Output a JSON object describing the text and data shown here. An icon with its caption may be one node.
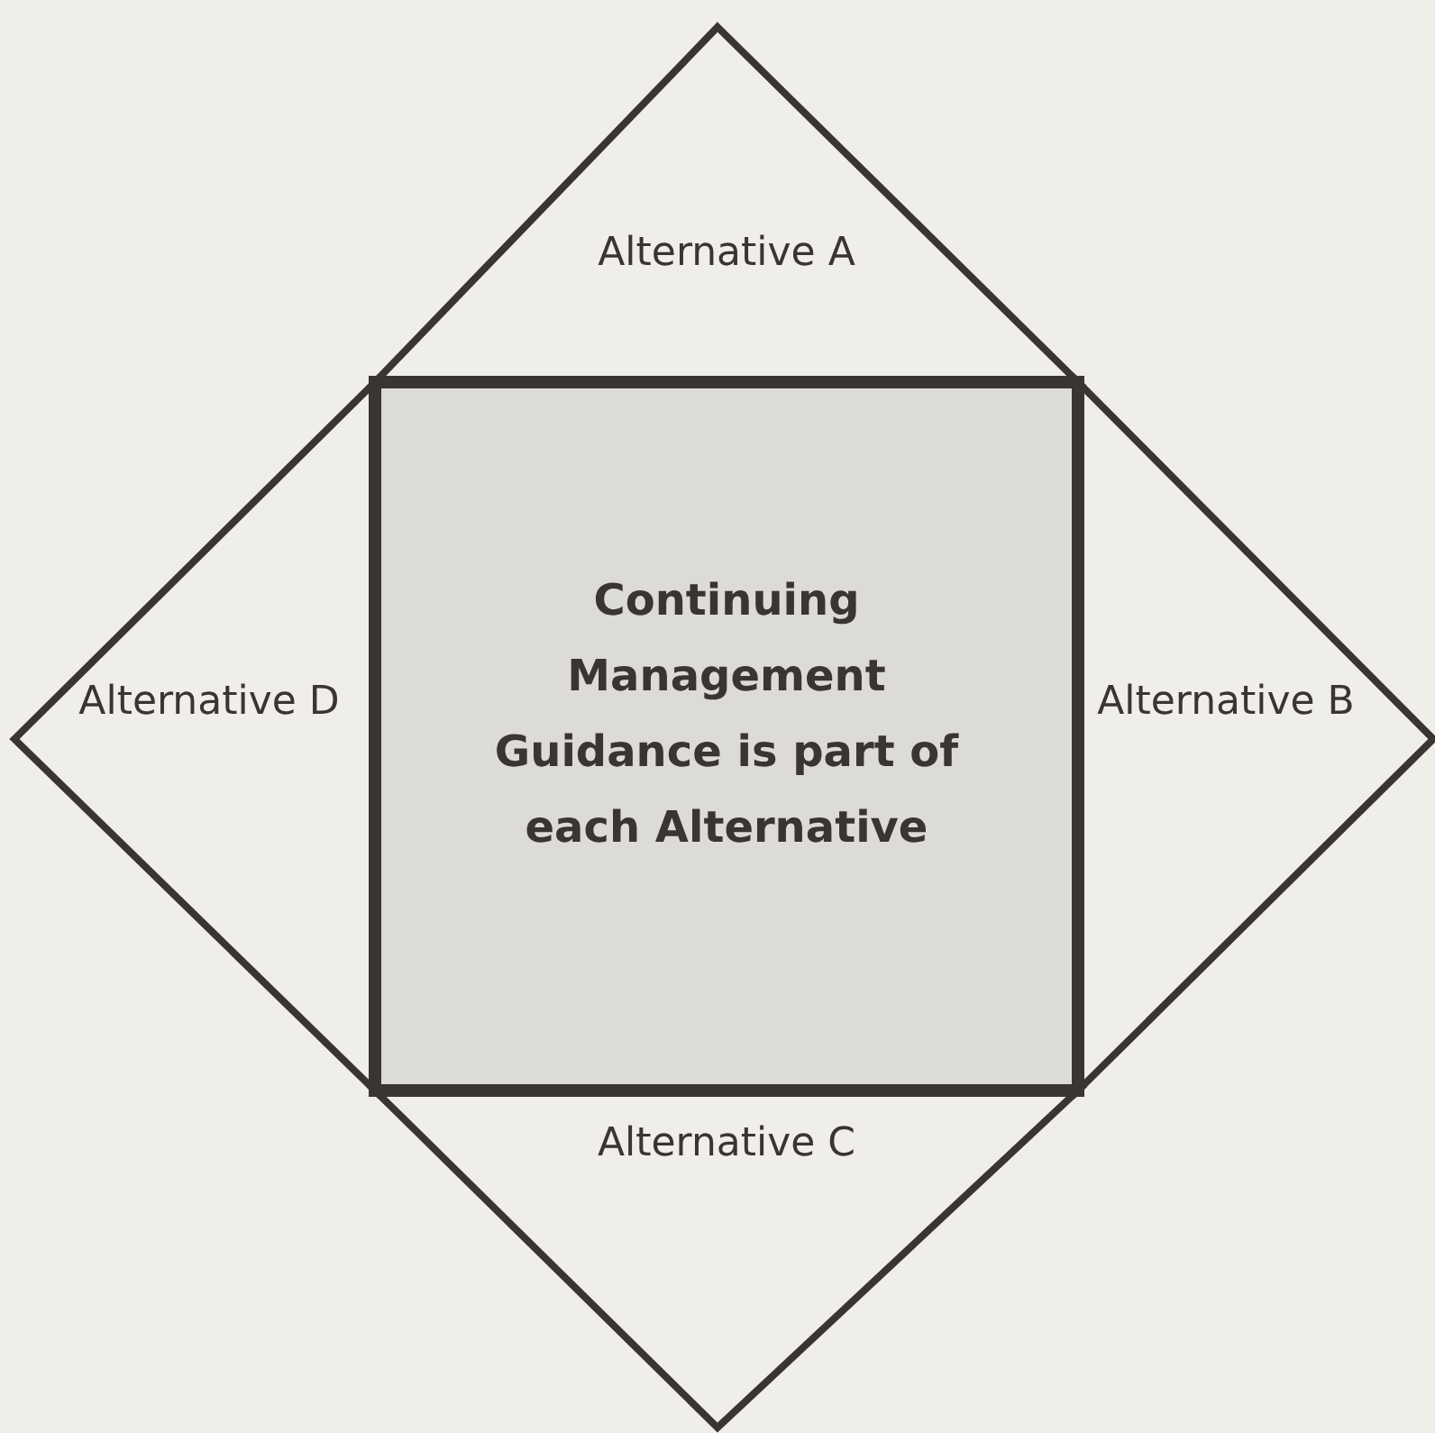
{
  "diagram": {
    "nodes": [
      {
        "text": [
          "Alternative A"
        ]
      },
      {
        "text": [
          "Alternative D"
        ]
      },
      {
        "text": [
          "Continuing Management Guidance is part of each Alternative"
        ]
      },
      {
        "text": [
          "Alternative B"
        ]
      },
      {
        "text": [
          "Alternative C"
        ]
      }
    ]
  }
}
